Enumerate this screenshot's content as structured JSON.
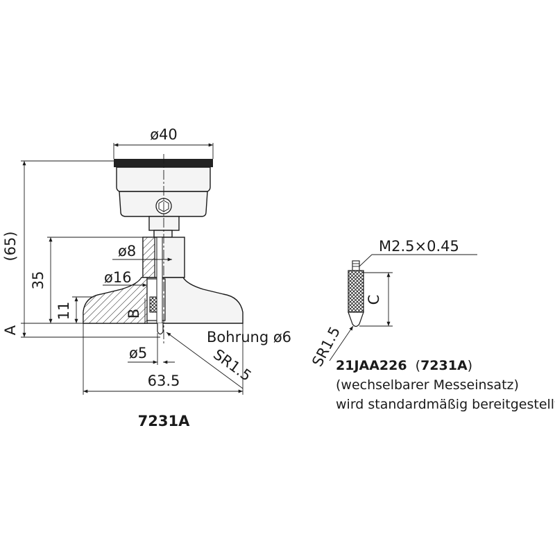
{
  "dimensions": {
    "diameter_40": "ø40",
    "height_65": "(65)",
    "height_35": "35",
    "height_11": "11",
    "diameter_8": "ø8",
    "diameter_16": "ø16",
    "diameter_5": "ø5",
    "width_63_5": "63.5",
    "bore": "Bohrung ø6",
    "sr_main": "SR1.5",
    "thread": "M2.5×0.45",
    "sr_tip": "SR1.5"
  },
  "labels": {
    "a": "A",
    "b": "B",
    "c": "C"
  },
  "model": "7231A",
  "contact_point": {
    "part_number": "21JAA226",
    "model_ref": "7231A",
    "paren_open": "(",
    "paren_close": ")",
    "line2": "(wechselbarer Messeinsatz)",
    "line3": "wird standardmäßig bereitgestellt"
  }
}
